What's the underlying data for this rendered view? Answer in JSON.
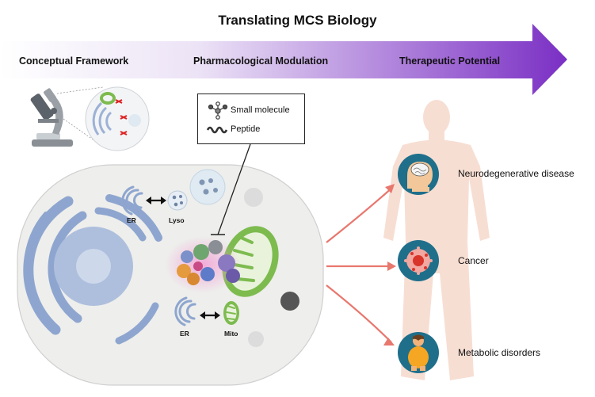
{
  "title": "Translating MCS Biology",
  "stages": [
    "Conceptual Framework",
    "Pharmacological Modulation",
    "Therapeutic Potential"
  ],
  "legend": {
    "items": [
      {
        "label": "Small molecule",
        "icon": "small-molecule-icon"
      },
      {
        "label": "Peptide",
        "icon": "peptide-icon"
      }
    ]
  },
  "contacts": [
    {
      "left": "ER",
      "right": "Lyso"
    },
    {
      "left": "ER",
      "right": "Mito"
    }
  ],
  "diseases": [
    {
      "label": "Neurodegenerative disease",
      "icon": "brain-icon"
    },
    {
      "label": "Cancer",
      "icon": "cancer-cell-icon"
    },
    {
      "label": "Metabolic disorders",
      "icon": "metabolic-person-icon"
    }
  ],
  "colors": {
    "arrow_start": "#ffffff",
    "arrow_end": "#7a2fc4",
    "disease_circle": "#1f6f8b",
    "disease_arrow": "#e8776e",
    "body_silhouette": "#f7ded3",
    "cell": "#eeeeec",
    "er": "#9db1d6",
    "mito": "#7dbb4f",
    "contact_box": "#fbf7c8"
  }
}
